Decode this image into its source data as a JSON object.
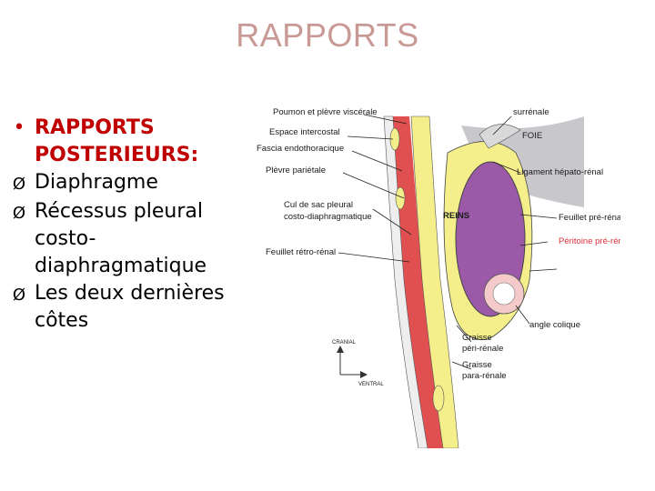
{
  "slide": {
    "title": "RAPPORTS",
    "bullets": [
      {
        "marker": "•",
        "text": "RAPPORTS POSTERIEURS:",
        "style": "heading"
      },
      {
        "marker": "Ø",
        "text": "Diaphragme"
      },
      {
        "marker": "Ø",
        "text": "Récessus pleural costo-diaphragmatique"
      },
      {
        "marker": "Ø",
        "text": "Les deux dernières côtes"
      }
    ]
  },
  "figure": {
    "labels": {
      "poumon": "Poumon et plèvre viscérale",
      "espace": "Espace intercostal",
      "fascia": "Fascia endothoracique",
      "plevre": "Plèvre pariétale",
      "cul1": "Cul de sac pleural",
      "cul2": "costo-diaphragmatique",
      "feuillet_retro": "Feuillet rétro-rénal",
      "surrenale": "surrénale",
      "foie": "FOIE",
      "ligament": "Ligament hépato-rénal",
      "reins": "REINS",
      "feuillet_pre": "Feuillet pré-rénal",
      "peritoine": "Péritoine pré-rénal",
      "angle": "angle colique",
      "graisse_peri_1": "Graisse",
      "graisse_peri_2": "péri-rénale",
      "graisse_para_1": "Graisse",
      "graisse_para_2": "para-rénale",
      "cranial": "CRANIAL",
      "ventral": "VENTRAL"
    },
    "colors": {
      "title": "#c99a95",
      "kidney": "#9b59a8",
      "fat": "#f4ef8a",
      "muscle": "#e05050",
      "liver": "#c8c8cc",
      "peritoine_label": "#d8323c"
    }
  }
}
